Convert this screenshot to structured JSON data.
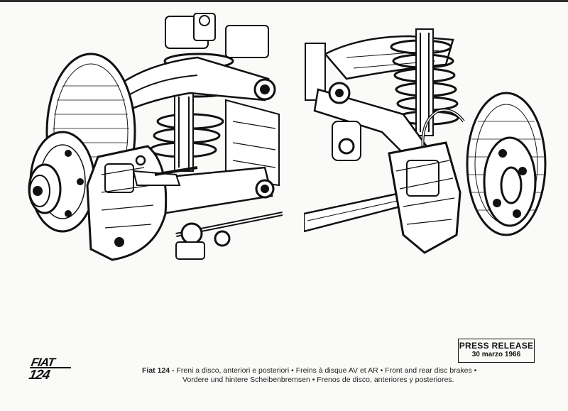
{
  "press_release": {
    "title": "PRESS RELEASE",
    "date": "30 marzo 1966"
  },
  "logo": {
    "top": "FIAT",
    "bottom": "124"
  },
  "caption": {
    "model": "Fiat 124 -",
    "line1": "Freni a disco, anteriori e posteriori • Freins à disque AV et AR • Front and rear disc brakes •",
    "line2": "Vordere und hintere Scheibenbremsen • Frenos de disco, anteriores y posteriores."
  },
  "illustrations": {
    "left_subject": "front-disc-brake-suspension",
    "right_subject": "rear-disc-brake-suspension"
  },
  "colors": {
    "ink": "#111111",
    "paper": "#fafaf8",
    "border": "#2c2c2c"
  }
}
